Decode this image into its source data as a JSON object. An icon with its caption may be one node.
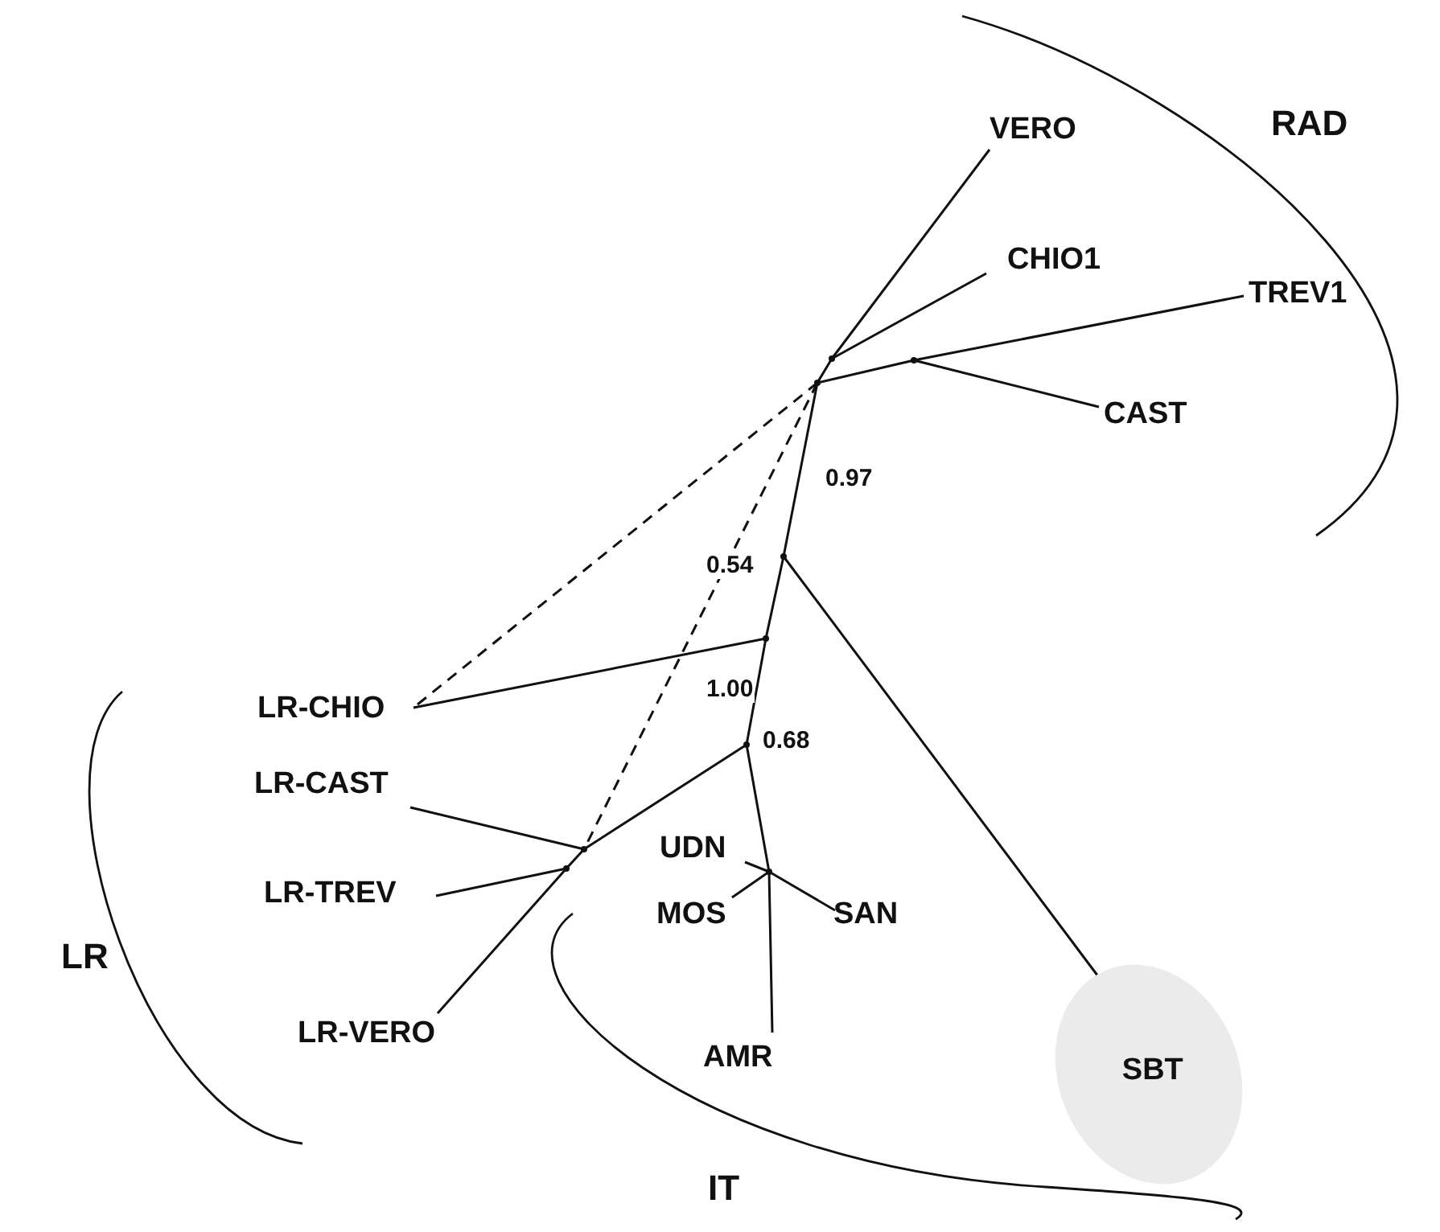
{
  "diagram": {
    "nodes": [
      {
        "text": [
          "VERO"
        ]
      },
      {
        "text": [
          "CHIO1"
        ]
      },
      {
        "text": [
          "TREV1"
        ]
      },
      {
        "text": [
          "CAST"
        ]
      },
      {
        "text": [
          "LR-CHIO"
        ]
      },
      {
        "text": [
          "LR-CAST"
        ]
      },
      {
        "text": [
          "UDN"
        ]
      },
      {
        "text": [
          "LR-TREV"
        ]
      },
      {
        "text": [
          "MOS"
        ]
      },
      {
        "text": [
          "SAN"
        ]
      },
      {
        "text": [
          "LR-VERO"
        ]
      },
      {
        "text": [
          "AMR"
        ]
      },
      {
        "text": [
          "SBT"
        ]
      },
      {
        "text": [],
        "shape": "point"
      },
      {
        "text": [],
        "shape": "point"
      },
      {
        "text": [],
        "shape": "point"
      },
      {
        "text": [],
        "shape": "point"
      },
      {
        "text": [],
        "shape": "point"
      },
      {
        "text": [],
        "shape": "point"
      },
      {
        "text": [],
        "shape": "point"
      },
      {
        "text": [],
        "shape": "point"
      },
      {
        "text": [],
        "shape": "point"
      }
    ],
    "edges": [
      {
        "from": 13,
        "to": 14,
        "arrow": "none"
      },
      {
        "from": 14,
        "to": 0,
        "arrow": "none"
      },
      {
        "from": 14,
        "to": 1,
        "arrow": "none"
      },
      {
        "from": 13,
        "to": 15,
        "arrow": "none"
      },
      {
        "from": 15,
        "to": 2,
        "arrow": "none"
      },
      {
        "from": 15,
        "to": 3,
        "arrow": "none"
      },
      {
        "from": 13,
        "to": 16,
        "arrow": "none",
        "label": "0.97"
      },
      {
        "from": 16,
        "to": 12,
        "arrow": "none"
      },
      {
        "from": 16,
        "to": 17,
        "arrow": "none",
        "label": "0.54"
      },
      {
        "from": 17,
        "to": 4,
        "arrow": "none"
      },
      {
        "from": 17,
        "to": 18,
        "arrow": "none",
        "label": "1.00"
      },
      {
        "from": 18,
        "to": 19,
        "arrow": "none"
      },
      {
        "from": 19,
        "to": 5,
        "arrow": "none"
      },
      {
        "from": 19,
        "to": 20,
        "arrow": "none"
      },
      {
        "from": 20,
        "to": 7,
        "arrow": "none"
      },
      {
        "from": 20,
        "to": 10,
        "arrow": "none"
      },
      {
        "from": 18,
        "to": 21,
        "arrow": "none",
        "label": "0.68"
      },
      {
        "from": 21,
        "to": 6,
        "arrow": "none"
      },
      {
        "from": 21,
        "to": 8,
        "arrow": "none"
      },
      {
        "from": 21,
        "to": 9,
        "arrow": "none"
      },
      {
        "from": 21,
        "to": 11,
        "arrow": "none"
      },
      {
        "from": 13,
        "to": 4,
        "arrow": "none",
        "style": "dashed"
      },
      {
        "from": 13,
        "to": 19,
        "arrow": "none",
        "style": "dashed"
      }
    ],
    "labels": [
      "RAD",
      "LR",
      "IT"
    ]
  }
}
